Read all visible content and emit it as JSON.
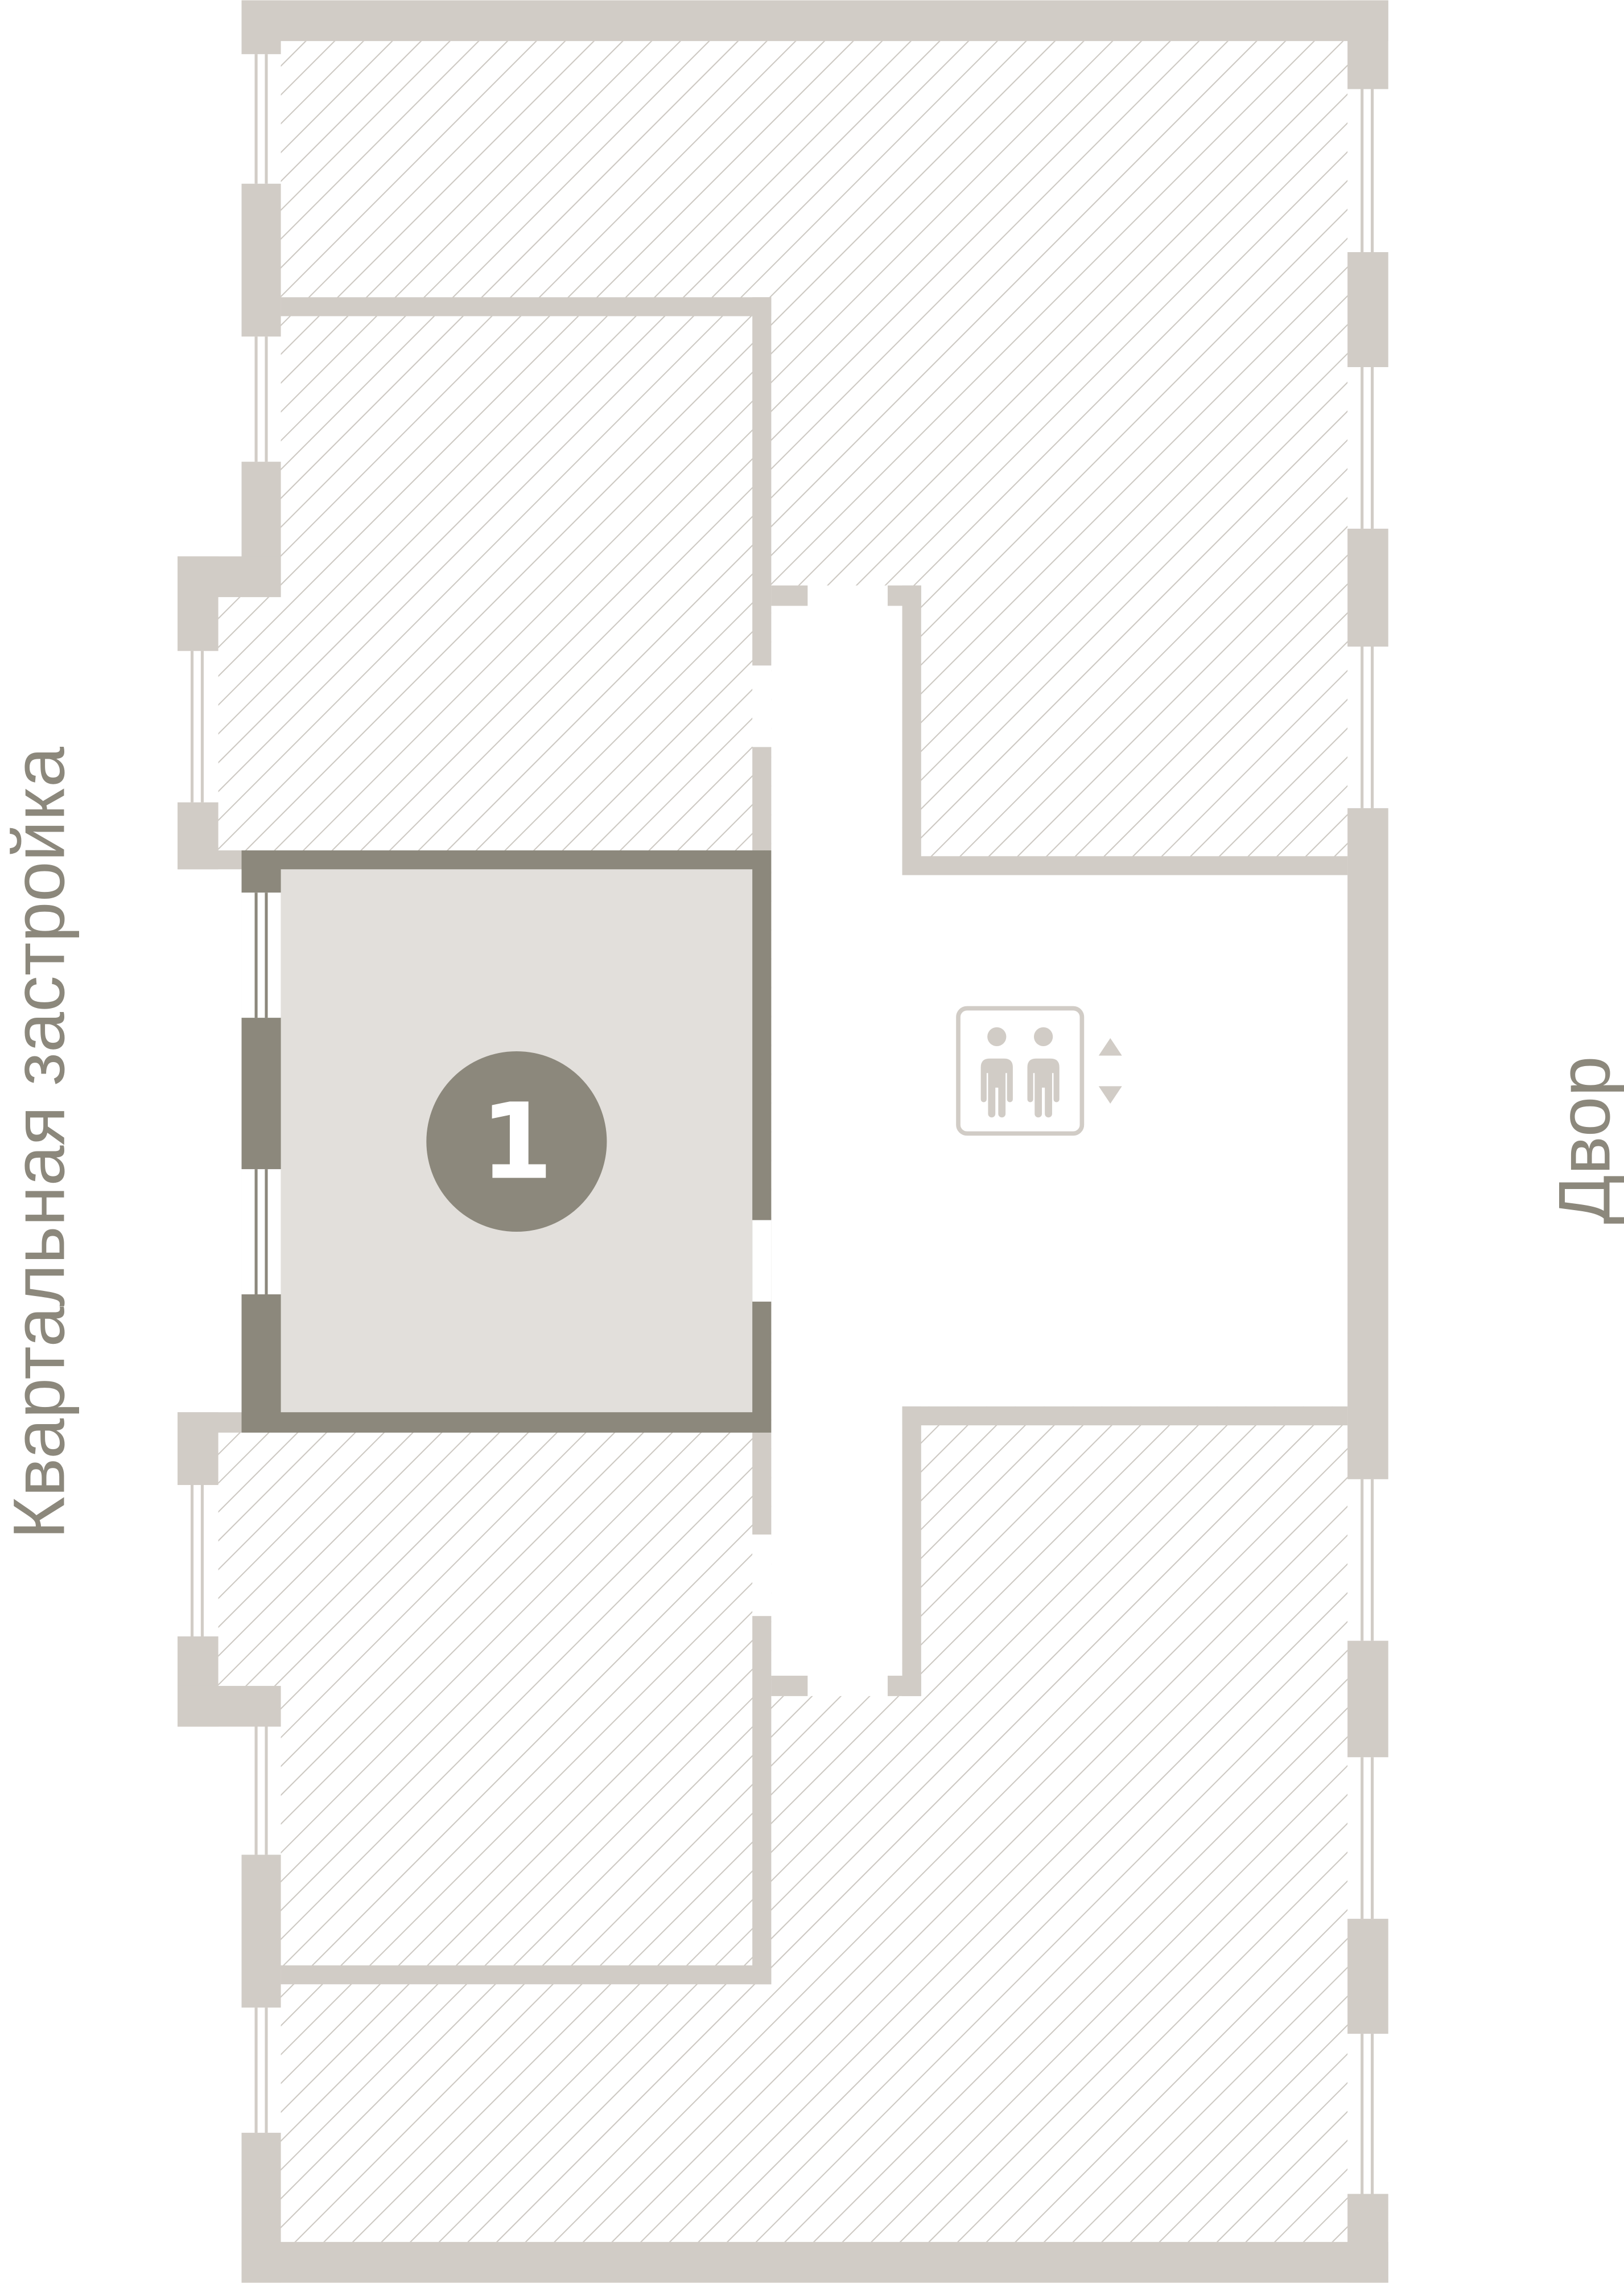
{
  "plan": {
    "left_side_label": "Квартальная застройка",
    "right_side_label": "Двор",
    "selected_unit": {
      "number": "1"
    },
    "icons": {
      "elevator": "elevator-icon",
      "up": "arrow-up-icon",
      "down": "arrow-down-icon"
    }
  },
  "colors": {
    "wall": "#d1ccc6",
    "selected_wall": "#8c887c",
    "selected_fill": "#e2dfdb",
    "hatch": "#ccc8c2",
    "label": "#8c887c"
  }
}
